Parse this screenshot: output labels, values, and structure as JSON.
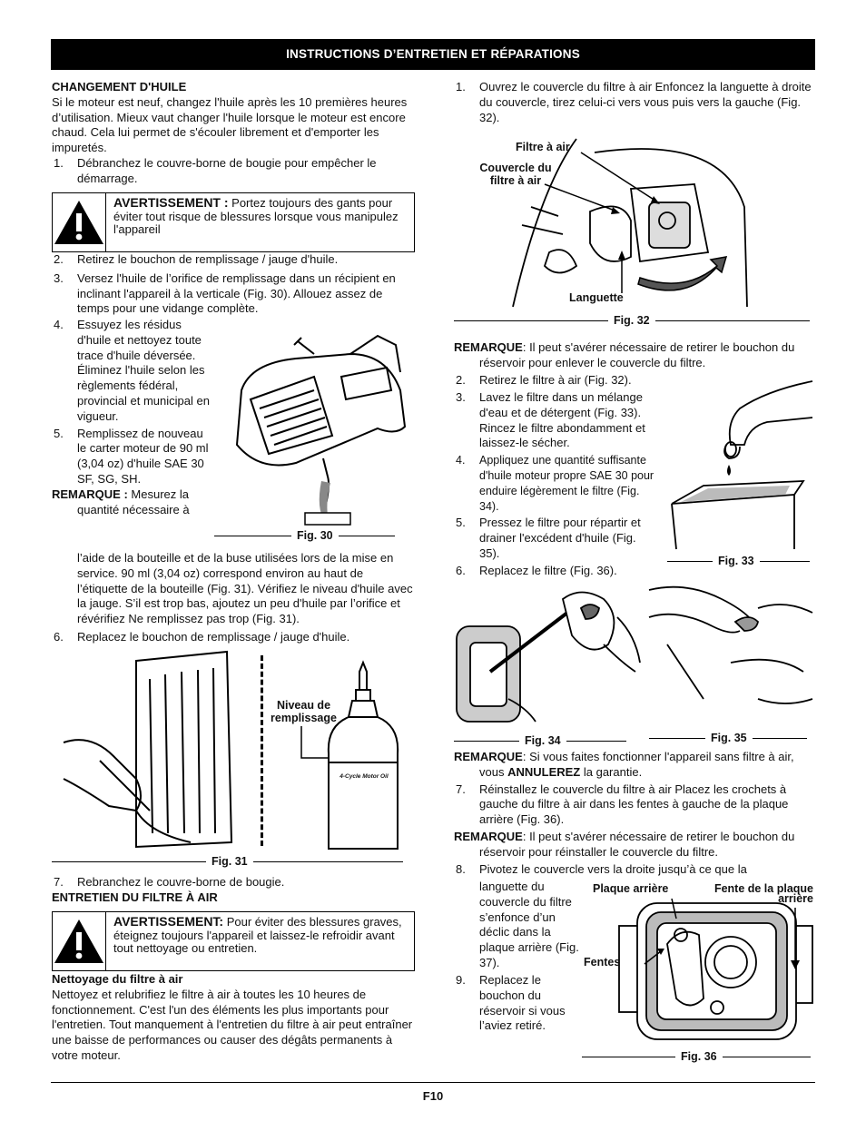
{
  "header": "INSTRUCTIONS D’ENTRETIEN ET RÉPARATIONS",
  "left": {
    "h_oil": "CHANGEMENT D'HUILE",
    "intro": "Si le moteur est neuf, changez l'huile après les 10 premières heures d’utilisation. Mieux vaut changer l'huile lorsque le moteur est encore chaud. Cela lui permet de s'écouler librement et d'emporter les impuretés.",
    "s1": "Débranchez le couvre-borne de bougie pour empêcher le démarrage.",
    "warn1_title": "AVERTISSEMENT :",
    "warn1_text": "Portez toujours des gants pour éviter tout risque de blessures lorsque vous manipulez l'appareil",
    "s2": "Retirez le bouchon de remplissage / jauge d'huile.",
    "s3": "Versez l'huile de l’orifice de remplissage dans un récipient en inclinant l'appareil à la verticale (Fig. 30). Allouez assez de temps pour une vidange complète.",
    "s4": "Essuyez les résidus d'huile et nettoyez toute trace d'huile déversée. Éliminez l'huile selon les règlements fédéral, provincial et municipal en vigueur.",
    "s5": "Remplissez de nouveau le carter moteur de 90 ml (3,04 oz) d'huile SAE 30 SF, SG, SH.",
    "rem_label": "REMARQUE :",
    "rem_a": "Mesurez la",
    "rem_b": "quantité nécessaire à",
    "rem_c": "l’aide de la bouteille et de la buse utilisées lors de la mise en service. 90 ml (3,04 oz) correspond environ au haut de l’étiquette de la bouteille (Fig. 31). Vérifiez le niveau d'huile avec la jauge. S’il est trop bas, ajoutez un peu d'huile par l’orifice et révérifiez Ne remplissez pas trop (Fig. 31).",
    "s6": "Replacez le bouchon de remplissage / jauge d'huile.",
    "fig30": "Fig. 30",
    "fig31": "Fig. 31",
    "niveau": "Niveau de remplissage",
    "bottle": "4-Cycle Motor Oil",
    "s7": "Rebranchez le couvre-borne de bougie.",
    "h_filter": "ENTRETIEN DU FILTRE À AIR",
    "warn2_title": "AVERTISSEMENT:",
    "warn2_text": "Pour éviter des blessures graves, éteignez toujours l'appareil et laissez-le refroidir avant tout nettoyage ou entretien.",
    "h_clean": "Nettoyage du filtre à air",
    "clean": "Nettoyez et relubrifiez le filtre à air à toutes les 10 heures de fonctionnement. C'est l'un des éléments les plus importants pour l'entretien. Tout manquement à l'entretien du filtre à air peut entraîner une baisse de performances ou causer des dégâts permanents à votre moteur."
  },
  "right": {
    "r1": "Ouvrez le couvercle du filtre à air Enfoncez la languette à droite du couvercle, tirez celui-ci vers vous puis vers la gauche (Fig. 32).",
    "lbl_filtre": "Filtre à air",
    "lbl_couvercle": "Couvercle du filtre à air",
    "lbl_languette": "Languette",
    "fig32": "Fig. 32",
    "rem1_label": "REMARQUE",
    "rem1": ": Il peut s'avérer nécessaire de retirer le bouchon du réservoir pour enlever le couvercle du filtre.",
    "r2": "Retirez le filtre à air (Fig. 32).",
    "r3": "Lavez le filtre dans un mélange d'eau et de détergent (Fig. 33). Rincez le filtre abondamment et laissez-le sécher.",
    "r4": "Appliquez une quantité suffisante d'huile moteur propre SAE 30 pour enduire légèrement le filtre (Fig. 34).",
    "r5": "Pressez le filtre pour répartir et drainer l'excédent d'huile (Fig. 35).",
    "r6": "Replacez le filtre (Fig. 36).",
    "fig33": "Fig. 33",
    "fig34": "Fig. 34",
    "fig35": "Fig. 35",
    "rem2_label": "REMARQUE",
    "rem2_a": ": Si vous faites fonctionner l'appareil sans filtre à air, vous ",
    "rem2_b": "ANNULEREZ",
    "rem2_c": " la garantie.",
    "r7": "Réinstallez le couvercle du filtre à air Placez les crochets à gauche du filtre à air dans les fentes à gauche de la plaque arrière (Fig. 36).",
    "rem3_label": "REMARQUE",
    "rem3": ": Il peut s'avérer nécessaire de retirer le bouchon du réservoir pour réinstaller le couvercle du filtre.",
    "r8a": "Pivotez le couvercle vers la droite jusqu’à ce que la",
    "r8b": "languette du couvercle du filtre s’enfonce d’un déclic dans la plaque arrière (Fig. 37).",
    "r9": "Replacez le bouchon du réservoir si vous l’aviez retiré.",
    "lbl_plaque": "Plaque arrière",
    "lbl_fente1": "Fente de la plaque",
    "lbl_fente2": "arrière",
    "lbl_fentes": "Fentes",
    "fig36": "Fig. 36"
  },
  "page_number": "F10"
}
